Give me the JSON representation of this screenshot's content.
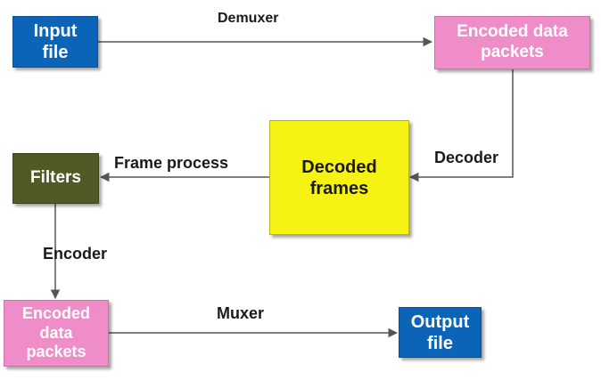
{
  "nodes": {
    "input_file": "Input\nfile",
    "encoded_top": "Encoded data\npackets",
    "decoded_frames": "Decoded\nframes",
    "filters": "Filters",
    "encoded_bottom": "Encoded\ndata\npackets",
    "output_file": "Output\nfile"
  },
  "edges": {
    "demuxer": "Demuxer",
    "decoder": "Decoder",
    "frame_process": "Frame process",
    "encoder": "Encoder",
    "muxer": "Muxer"
  },
  "colors": {
    "file_box": "#0b64b7",
    "packets_box": "#ef8dc8",
    "filters_box": "#4f5a25",
    "frames_box": "#f5f214",
    "arrow": "#555555"
  }
}
